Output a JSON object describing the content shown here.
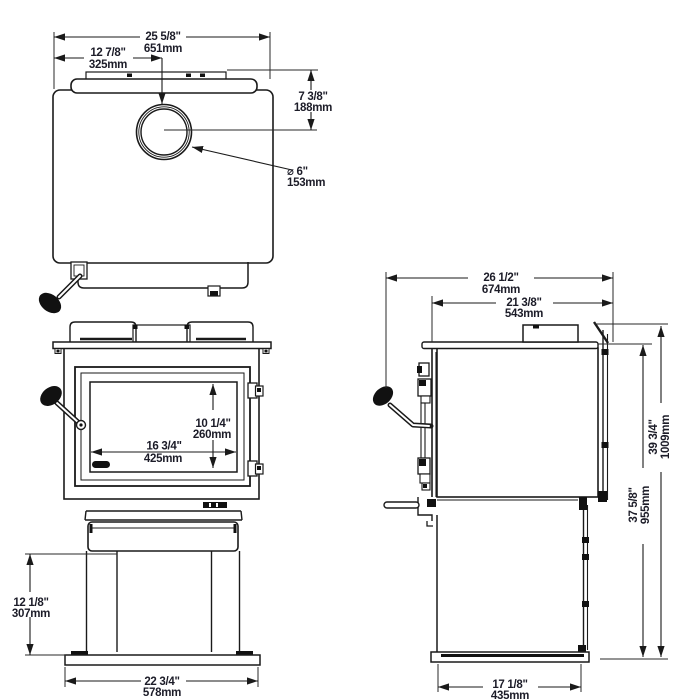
{
  "colors": {
    "line": "#1a1a1a",
    "text": "#1c1c28",
    "background": "#ffffff"
  },
  "dims": {
    "top_overall_width": {
      "in": "25 5/8\"",
      "mm": "651mm"
    },
    "flue_center_from_left": {
      "in": "12 7/8\"",
      "mm": "325mm"
    },
    "flue_center_from_rear": {
      "in": "7 3/8\"",
      "mm": "188mm"
    },
    "flue_diameter": {
      "in": "⌀ 6\"",
      "mm": "153mm"
    },
    "glass_height": {
      "in": "10 1/4\"",
      "mm": "260mm"
    },
    "glass_width": {
      "in": "16 3/4\"",
      "mm": "425mm"
    },
    "pedestal_height": {
      "in": "12 1/8\"",
      "mm": "307mm"
    },
    "front_base_width": {
      "in": "22 3/4\"",
      "mm": "578mm"
    },
    "side_overall_depth": {
      "in": "26 1/2\"",
      "mm": "674mm"
    },
    "side_top_depth": {
      "in": "21 3/8\"",
      "mm": "543mm"
    },
    "height_to_top_plate": {
      "in": "37 5/8\"",
      "mm": "955mm"
    },
    "overall_height": {
      "in": "39 3/4\"",
      "mm": "1009mm"
    },
    "side_base_depth": {
      "in": "17 1/8\"",
      "mm": "435mm"
    }
  }
}
